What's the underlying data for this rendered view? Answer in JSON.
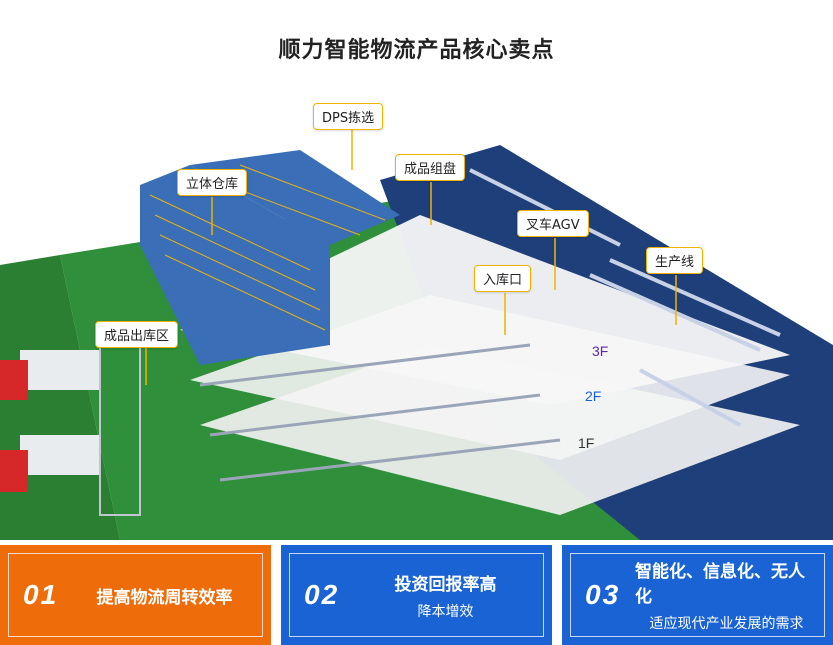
{
  "title": "顺力智能物流产品核心卖点",
  "callouts": {
    "dps": "DPS拣选",
    "storage": "立体仓库",
    "pallet": "成品组盘",
    "agv": "叉车AGV",
    "production": "生产线",
    "inbound": "入库口",
    "outbound": "成品出库区"
  },
  "floors": {
    "f3": "3F",
    "f2": "2F",
    "f1": "1F"
  },
  "features": [
    {
      "num": "01",
      "line1": "提高物流周转效率",
      "line2": ""
    },
    {
      "num": "02",
      "line1": "投资回报率高",
      "line2": "降本增效"
    },
    {
      "num": "03",
      "line1": "智能化、信息化、无人化",
      "line2": "适应现代产业发展的需求"
    }
  ],
  "colors": {
    "orange": "#ef6c0b",
    "blue": "#1a63d5",
    "callout_border": "#f0b400",
    "ground_green": "#2f8f3a",
    "floor_navy": "#1f3f7a",
    "rack_blue": "#3a6fb8"
  }
}
